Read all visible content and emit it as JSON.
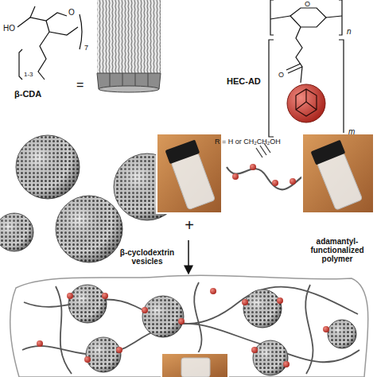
{
  "diagram": {
    "labels": [
      "HO",
      "O",
      "1-3",
      "7",
      "β-CDA",
      "=",
      "n",
      "m",
      "O",
      "O",
      "HEC-AD",
      "R = H or CH₂CH₂OH",
      "β-cyclodextrin vesicles",
      "adamantyl-functionalized polymer",
      "+"
    ]
  }
}
